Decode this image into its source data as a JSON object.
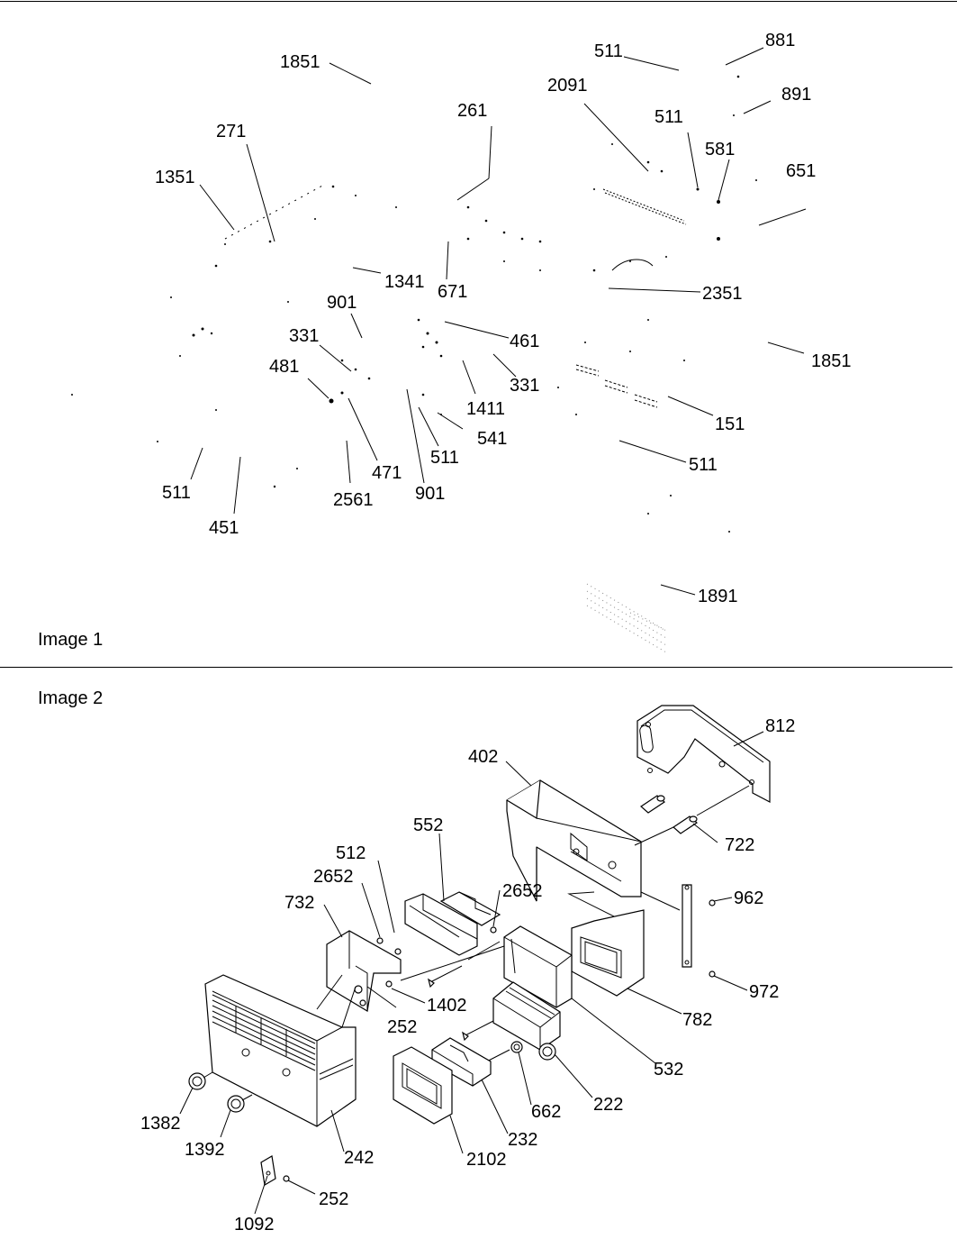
{
  "panels": [
    {
      "label": "Image 1"
    },
    {
      "label": "Image 2"
    }
  ],
  "callouts_image1": [
    "1851",
    "271",
    "1351",
    "261",
    "511",
    "881",
    "2091",
    "891",
    "511",
    "581",
    "651",
    "1341",
    "671",
    "2351",
    "901",
    "331",
    "461",
    "481",
    "331",
    "1851",
    "1411",
    "541",
    "151",
    "471",
    "511",
    "511",
    "2561",
    "901",
    "511",
    "451",
    "1891"
  ],
  "callouts_image2": [
    "812",
    "402",
    "722",
    "552",
    "512",
    "2652",
    "2652",
    "962",
    "732",
    "1402",
    "252",
    "782",
    "972",
    "532",
    "222",
    "662",
    "232",
    "1382",
    "1392",
    "242",
    "2102",
    "252",
    "1092"
  ]
}
